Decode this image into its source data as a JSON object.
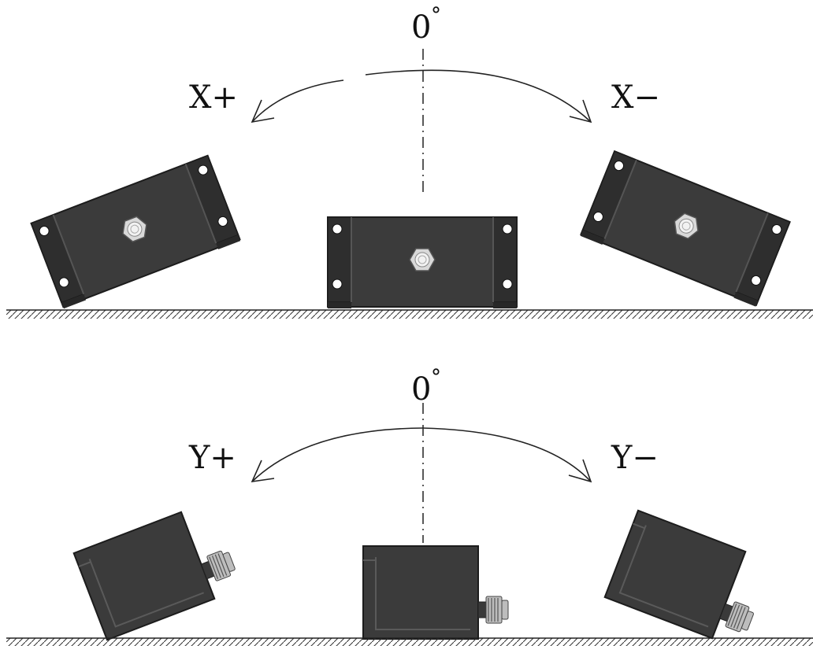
{
  "top_panel": {
    "center_label": "0",
    "degree_symbol": "°",
    "left_label": "X+",
    "right_label": "X−"
  },
  "bottom_panel": {
    "center_label": "0",
    "degree_symbol": "°",
    "left_label": "Y+",
    "right_label": "Y−"
  }
}
